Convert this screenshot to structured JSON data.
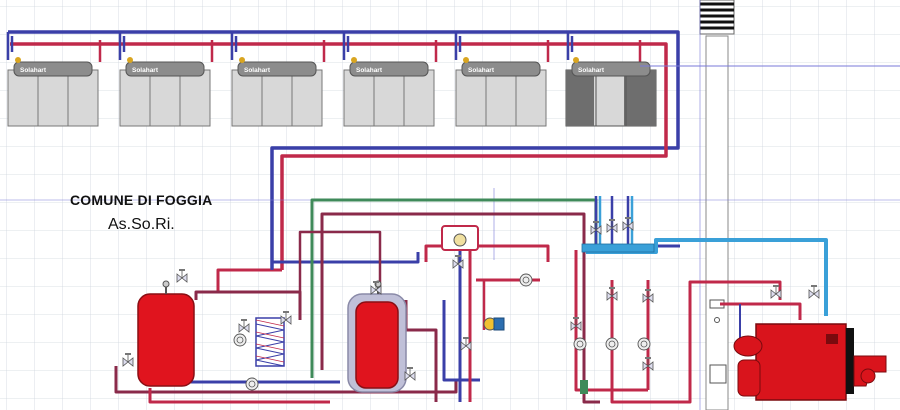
{
  "diagram": {
    "title": "COMUNE DI FOGGIA",
    "subtitle": "As.So.Ri.",
    "collector_brand": "Solahart",
    "collectors": [
      {
        "id": 1,
        "highlighted": false
      },
      {
        "id": 2,
        "highlighted": false
      },
      {
        "id": 3,
        "highlighted": false
      },
      {
        "id": 4,
        "highlighted": false
      },
      {
        "id": 5,
        "highlighted": false
      },
      {
        "id": 6,
        "highlighted": true
      }
    ],
    "tanks": [
      "storage-tank-left",
      "storage-tank-right"
    ],
    "colors": {
      "grid": "#cfd6de",
      "hot_pipe": "#c0294a",
      "cold_pipe": "#3a3fa8",
      "green_pipe": "#3f8a5a",
      "blue_pipe": "#3aa0d8",
      "tank_red": "#e0141e",
      "boiler_red": "#d9141c",
      "panel_gray": "#d8d8d8",
      "panel_dark": "#6e6e6e"
    }
  }
}
